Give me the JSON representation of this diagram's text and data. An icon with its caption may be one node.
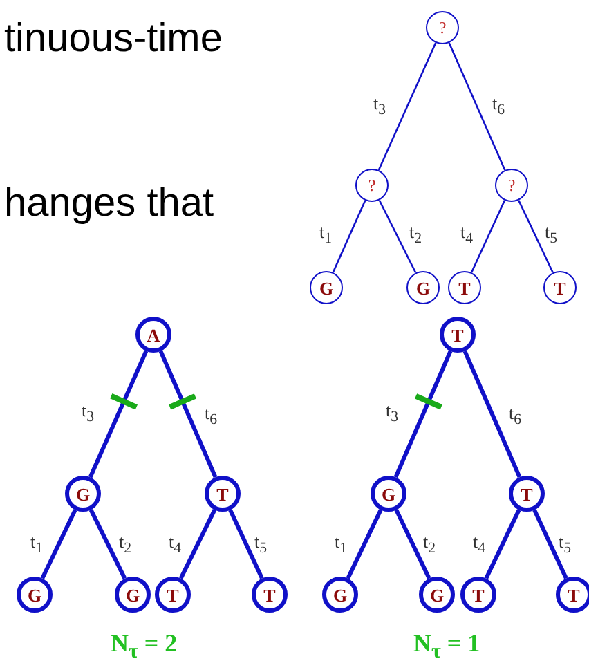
{
  "diagram": {
    "nodes": [
      {
        "text": [
          "?"
        ]
      },
      {
        "text": [
          "?"
        ]
      },
      {
        "text": [
          "?"
        ]
      },
      {
        "text": [
          "G"
        ]
      },
      {
        "text": [
          "G"
        ]
      },
      {
        "text": [
          "T"
        ]
      },
      {
        "text": [
          "T"
        ]
      },
      {
        "text": [
          "A"
        ]
      },
      {
        "text": [
          "G"
        ]
      },
      {
        "text": [
          "T"
        ]
      },
      {
        "text": [
          "G"
        ]
      },
      {
        "text": [
          "G"
        ]
      },
      {
        "text": [
          "T"
        ]
      },
      {
        "text": [
          "T"
        ]
      },
      {
        "text": [
          "T"
        ]
      },
      {
        "text": [
          "G"
        ]
      },
      {
        "text": [
          "T"
        ]
      },
      {
        "text": [
          "G"
        ]
      },
      {
        "text": [
          "G"
        ]
      },
      {
        "text": [
          "T"
        ]
      },
      {
        "text": [
          "T"
        ]
      }
    ],
    "edges": [
      {
        "from": 0,
        "to": 1,
        "arrow": "none",
        "label": "t$_{3}$"
      },
      {
        "from": 0,
        "to": 2,
        "arrow": "none",
        "label": "t$_{6}$"
      },
      {
        "from": 1,
        "to": 3,
        "arrow": "none",
        "label": "t$_{1}$"
      },
      {
        "from": 1,
        "to": 4,
        "arrow": "none",
        "label": "t$_{2}$"
      },
      {
        "from": 2,
        "to": 5,
        "arrow": "none",
        "label": "t$_{4}$"
      },
      {
        "from": 2,
        "to": 6,
        "arrow": "none",
        "label": "t$_{5}$"
      },
      {
        "from": 7,
        "to": 8,
        "arrow": "none",
        "label": "t$_{3}$"
      },
      {
        "from": 7,
        "to": 9,
        "arrow": "none",
        "label": "t$_{6}$"
      },
      {
        "from": 8,
        "to": 10,
        "arrow": "none",
        "label": "t$_{1}$"
      },
      {
        "from": 8,
        "to": 11,
        "arrow": "none",
        "label": "t$_{2}$"
      },
      {
        "from": 9,
        "to": 12,
        "arrow": "none",
        "label": "t$_{4}$"
      },
      {
        "from": 9,
        "to": 13,
        "arrow": "none",
        "label": "t$_{5}$"
      },
      {
        "from": 14,
        "to": 15,
        "arrow": "none",
        "label": "t$_{3}$"
      },
      {
        "from": 14,
        "to": 16,
        "arrow": "none",
        "label": "t$_{6}$"
      },
      {
        "from": 15,
        "to": 17,
        "arrow": "none",
        "label": "t$_{1}$"
      },
      {
        "from": 15,
        "to": 18,
        "arrow": "none",
        "label": "t$_{2}$"
      },
      {
        "from": 16,
        "to": 19,
        "arrow": "none",
        "label": "t$_{4}$"
      },
      {
        "from": 16,
        "to": 20,
        "arrow": "none",
        "label": "t$_{5}$"
      }
    ],
    "labels": [
      "tinuous-time",
      "hanges that",
      "N$_{τ}$ = 2",
      "N$_{τ}$ = 1"
    ]
  }
}
